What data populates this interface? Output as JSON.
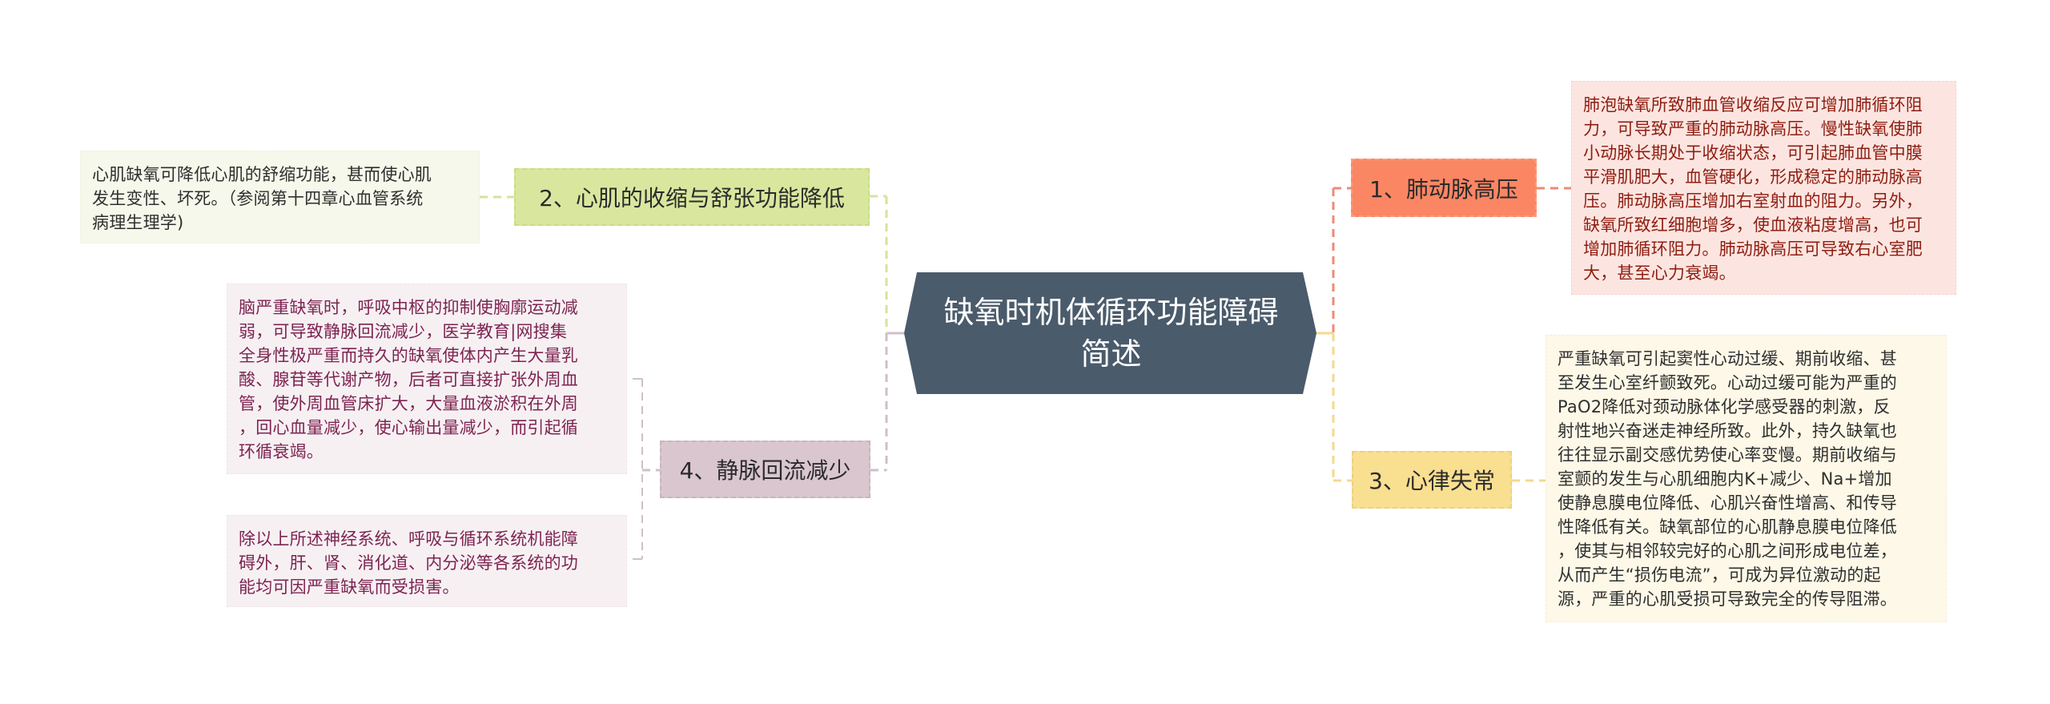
{
  "root": {
    "title_line1": "缺氧时机体循环功能障碍",
    "title_line2": "简述",
    "color": "#4a5b6b"
  },
  "branches": [
    {
      "label": "1、肺动脉高压",
      "color": "#fb8664",
      "side": "right",
      "details": [
        "肺泡缺氧所致肺血管收缩反应可增加肺循环阻力，可导致严重的肺动脉高压。慢性缺氧使肺小动脉长期处于收缩状态，可引起肺血管中膜平滑肌肥大，血管硬化，形成稳定的肺动脉高压。肺动脉高压增加右室射血的阻力。另外，缺氧所致红细胞增多，使血液粘度增高，也可增加肺循环阻力。肺动脉高压可导致右心室肥大，甚至心力衰竭。"
      ]
    },
    {
      "label": "2、心肌的收缩与舒张功能降低",
      "color": "#d9e79e",
      "side": "left",
      "details": [
        "心肌缺氧可降低心肌的舒缩功能，甚而使心肌发生变性、坏死。（参阅第十四章心血管系统病理生理学)"
      ]
    },
    {
      "label": "3、心律失常",
      "color": "#f9df90",
      "side": "right",
      "details": [
        "严重缺氧可引起窦性心动过缓、期前收缩、甚至发生心室纤颤致死。心动过缓可能为严重的PaO2降低对颈动脉体化学感受器的刺激，反射性地兴奋迷走神经所致。此外，持久缺氧也往往显示副交感优势使心率变慢。期前收缩与室颤的发生与心肌细胞内K+减少、Na+增加使静息膜电位降低、心肌兴奋性增高、和传导性降低有关。缺氧部位的心肌静息膜电位降低，使其与相邻较完好的心肌之间形成电位差，从而产生“损伤电流”，可成为异位激动的起源，严重的心肌受损可导致完全的传导阻滞。"
      ]
    },
    {
      "label": "4、静脉回流减少",
      "color": "#d9c6cf",
      "side": "left",
      "details": [
        "脑严重缺氧时，呼吸中枢的抑制使胸廓运动减弱，可导致静脉回流减少，医学教育|网搜集全身性极严重而持久的缺氧使体内产生大量乳酸、腺苷等代谢产物，后者可直接扩张外周血管，使外周血管床扩大，大量血液淤积在外周，回心血量减少，使心输出量减少，而引起循环循衰竭。",
        "除以上所述神经系统、呼吸与循环系统机能障碍外，肝、肾、消化道、内分泌等各系统的功能均可因严重缺氧而受损害。"
      ]
    }
  ],
  "detail_lines": {
    "d1": [
      "肺泡缺氧所致肺血管收缩反应可增加肺循环阻",
      "力，可导致严重的肺动脉高压。慢性缺氧使肺",
      "小动脉长期处于收缩状态，可引起肺血管中膜",
      "平滑肌肥大，血管硬化，形成稳定的肺动脉高",
      "压。肺动脉高压增加右室射血的阻力。另外，",
      "缺氧所致红细胞增多，使血液粘度增高，也可",
      "增加肺循环阻力。肺动脉高压可导致右心室肥",
      "大，甚至心力衰竭。"
    ],
    "d2": [
      "心肌缺氧可降低心肌的舒缩功能，甚而使心肌",
      "发生变性、坏死。（参阅第十四章心血管系统",
      "病理生理学)"
    ],
    "d3": [
      "严重缺氧可引起窦性心动过缓、期前收缩、甚",
      "至发生心室纤颤致死。心动过缓可能为严重的",
      "PaO2降低对颈动脉体化学感受器的刺激，反",
      "射性地兴奋迷走神经所致。此外，持久缺氧也",
      "往往显示副交感优势使心率变慢。期前收缩与",
      "室颤的发生与心肌细胞内K+减少、Na+增加",
      "使静息膜电位降低、心肌兴奋性增高、和传导",
      "性降低有关。缺氧部位的心肌静息膜电位降低",
      "，使其与相邻较完好的心肌之间形成电位差，",
      "从而产生“损伤电流”，可成为异位激动的起",
      "源，严重的心肌受损可导致完全的传导阻滞。"
    ],
    "d4a": [
      "脑严重缺氧时，呼吸中枢的抑制使胸廓运动减",
      "弱，可导致静脉回流减少，医学教育|网搜集",
      "全身性极严重而持久的缺氧使体内产生大量乳",
      "酸、腺苷等代谢产物，后者可直接扩张外周血",
      "管，使外周血管床扩大，大量血液淤积在外周",
      "，回心血量减少，使心输出量减少，而引起循",
      "环循衰竭。"
    ],
    "d4b": [
      "除以上所述神经系统、呼吸与循环系统机能障",
      "碍外，肝、肾、消化道、内分泌等各系统的功",
      "能均可因严重缺氧而受损害。"
    ]
  },
  "connector_colors": {
    "branch1": "#f08a74",
    "branch2": "#d6e39c",
    "branch3": "#f5d98c",
    "branch4": "#cfbfc7"
  }
}
